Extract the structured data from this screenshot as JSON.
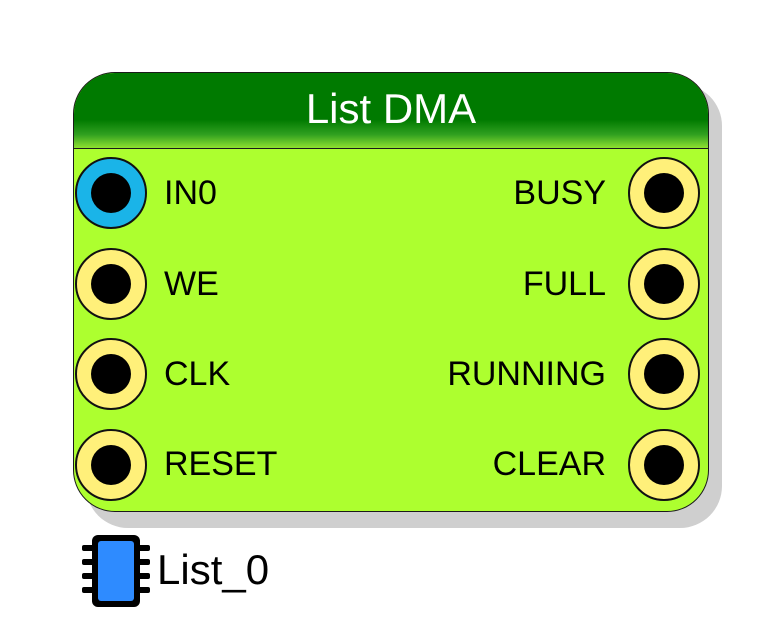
{
  "block": {
    "title": "List DMA",
    "inputs": [
      {
        "label": "IN0",
        "active": true
      },
      {
        "label": "WE",
        "active": false
      },
      {
        "label": "CLK",
        "active": false
      },
      {
        "label": "RESET",
        "active": false
      }
    ],
    "outputs": [
      {
        "label": "BUSY"
      },
      {
        "label": "FULL"
      },
      {
        "label": "RUNNING"
      },
      {
        "label": "CLEAR"
      }
    ]
  },
  "instance": {
    "name": "List_0",
    "icon": "chip-icon"
  },
  "colors": {
    "body": "#adff2f",
    "header": "#007a00",
    "port_idle": "#fff07a",
    "port_active": "#1ab4e8",
    "chip": "#2e8bff"
  }
}
